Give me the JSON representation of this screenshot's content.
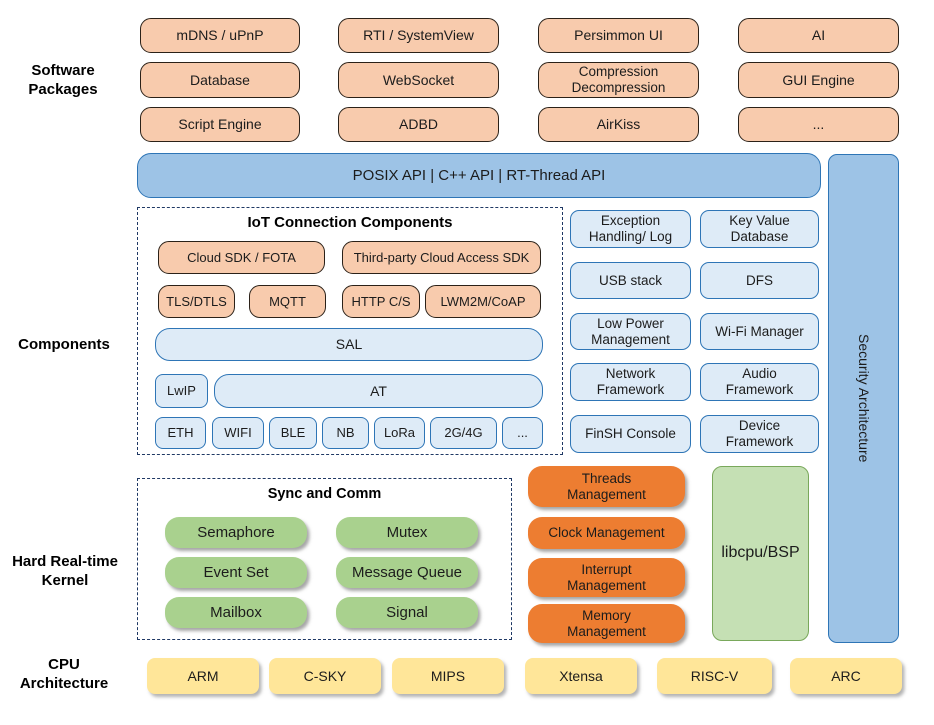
{
  "side_labels": {
    "software_packages": "Software\nPackages",
    "components": "Components",
    "kernel": "Hard Real-time\nKernel",
    "cpu": "CPU\nArchitecture"
  },
  "software_packages": {
    "grid": [
      [
        "mDNS / uPnP",
        "RTI / SystemView",
        "Persimmon UI",
        "AI"
      ],
      [
        "Database",
        "WebSocket",
        "Compression\nDecompression",
        "GUI Engine"
      ],
      [
        "Script Engine",
        "ADBD",
        "AirKiss",
        "..."
      ]
    ]
  },
  "api_bar": {
    "label": "POSIX API | C++ API | RT-Thread API"
  },
  "security_bar": {
    "label": "Security Architecture"
  },
  "iot": {
    "title": "IoT Connection Components",
    "sdk_row": [
      "Cloud SDK / FOTA",
      "Third-party Cloud Access SDK"
    ],
    "protocol_row": [
      "TLS/DTLS",
      "MQTT",
      "HTTP C/S",
      "LWM2M/CoAP"
    ],
    "sal": "SAL",
    "lwip": "LwIP",
    "at": "AT",
    "links": [
      "ETH",
      "WIFI",
      "BLE",
      "NB",
      "LoRa",
      "2G/4G",
      "..."
    ]
  },
  "services": {
    "rows": [
      [
        "Exception\nHandling/ Log",
        "Key Value\nDatabase"
      ],
      [
        "USB stack",
        "DFS"
      ],
      [
        "Low Power\nManagement",
        "Wi-Fi Manager"
      ],
      [
        "Network\nFramework",
        "Audio\nFramework"
      ],
      [
        "FinSH Console",
        "Device\nFramework"
      ]
    ]
  },
  "kernel": {
    "sync_title": "Sync and Comm",
    "sync_items": [
      [
        "Semaphore",
        "Mutex"
      ],
      [
        "Event Set",
        "Message Queue"
      ],
      [
        "Mailbox",
        "Signal"
      ]
    ],
    "management": [
      "Threads\nManagement",
      "Clock Management",
      "Interrupt\nManagement",
      "Memory\nManagement"
    ],
    "libcpu": "libcpu/BSP"
  },
  "cpu_architectures": [
    "ARM",
    "C-SKY",
    "MIPS",
    "Xtensa",
    "RISC-V",
    "ARC"
  ],
  "colors": {
    "package_fill": "#F8CBAD",
    "package_border": "#2B2118",
    "api_fill": "#9DC3E6",
    "api_border": "#2E75B6",
    "component_fill": "#DEEBF7",
    "component_border": "#2E75B6",
    "kernel_green": "#A9D18E",
    "kernel_orange": "#ED7D31",
    "libcpu_fill": "#C5E0B4",
    "cpu_yellow": "#FFE699",
    "dashed_border": "#1F3864"
  }
}
